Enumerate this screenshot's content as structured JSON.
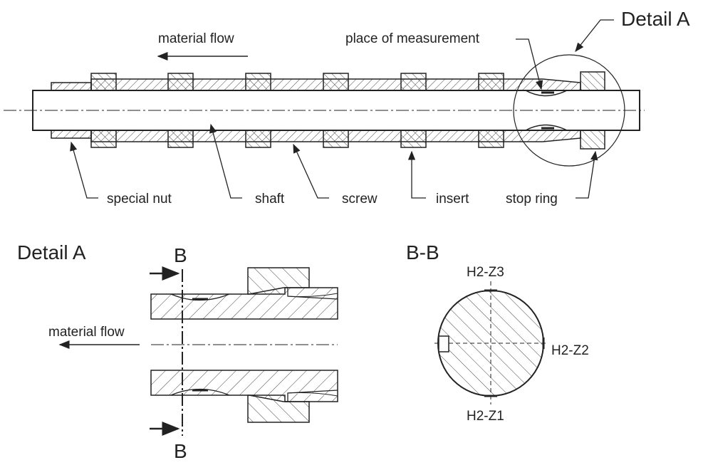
{
  "labels": {
    "detail_a_title": "Detail A",
    "material_flow_top": "material flow",
    "place_of_measurement": "place of measurement",
    "special_nut": "special nut",
    "shaft": "shaft",
    "screw": "screw",
    "insert": "insert",
    "stop_ring": "stop ring",
    "detail_a_heading": "Detail A",
    "section_letter_top": "B",
    "section_letter_bottom": "B",
    "material_flow_detail": "material flow",
    "section_title": "B-B",
    "point_top": "H2-Z3",
    "point_right": "H2-Z2",
    "point_bottom": "H2-Z1"
  },
  "colors": {
    "line": "#222222",
    "hatch": "#444444",
    "background": "#ffffff"
  }
}
